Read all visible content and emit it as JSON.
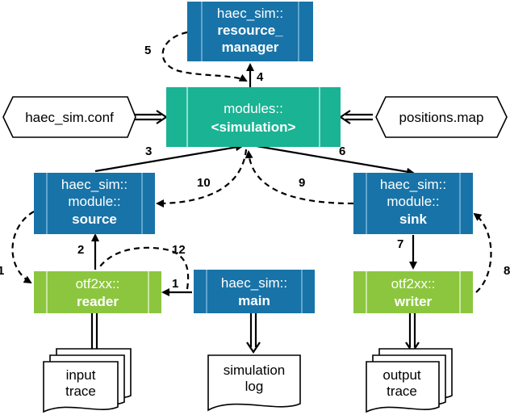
{
  "colors": {
    "blue": "#1873a8",
    "blue_line": "#5fa6cf",
    "teal": "#1ab394",
    "teal_line": "#8fe0cf",
    "green": "#8cc63f",
    "green_line": "#c9e79f",
    "text_on_color": "#ffffff",
    "stroke": "#000000"
  },
  "boxes": {
    "resource_manager": {
      "line1": "haec_sim::",
      "line2": "resource_",
      "line3": "manager"
    },
    "simulation": {
      "line1": "modules::",
      "line2": "<simulation>"
    },
    "source": {
      "line1": "haec_sim::",
      "line2": "module::",
      "line3": "source"
    },
    "sink": {
      "line1": "haec_sim::",
      "line2": "module::",
      "line3": "sink"
    },
    "reader": {
      "line1": "otf2xx::",
      "line2": "reader"
    },
    "main": {
      "line1": "haec_sim::",
      "line2": "main"
    },
    "writer": {
      "line1": "otf2xx::",
      "line2": "writer"
    }
  },
  "files": {
    "config": "haec_sim.conf",
    "positions": "positions.map"
  },
  "documents": {
    "input_trace": {
      "line1": "input",
      "line2": "trace"
    },
    "simulation_log": {
      "line1": "simulation",
      "line2": "log"
    },
    "output_trace": {
      "line1": "output",
      "line2": "trace"
    }
  },
  "steps": {
    "s1": "1",
    "s1b": "1",
    "s2": "2",
    "s3": "3",
    "s4": "4",
    "s5": "5",
    "s6": "6",
    "s7": "7",
    "s8": "8",
    "s9": "9",
    "s10": "10",
    "s12": "12"
  }
}
